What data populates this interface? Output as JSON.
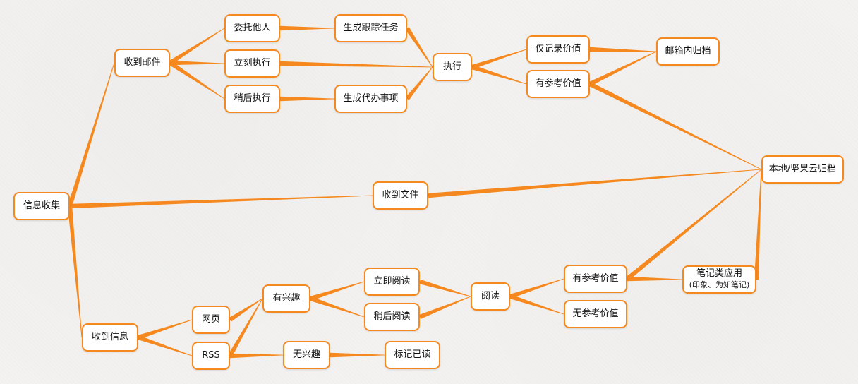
{
  "colors": {
    "accent": "#f5891f",
    "background": "#f3f2f0",
    "node_fill": "#ffffff",
    "text": "#111111"
  },
  "nodes": {
    "root": "信息收集",
    "email": "收到邮件",
    "file": "收到文件",
    "info": "收到信息",
    "delegate": "委托他人",
    "now": "立刻执行",
    "later": "稍后执行",
    "track": "生成跟踪任务",
    "todo": "生成代办事项",
    "exec": "执行",
    "recordonly": "仅记录价值",
    "refval1": "有参考价值",
    "mailarchive": "邮箱内归档",
    "localarchive": "本地/坚果云归档",
    "web": "网页",
    "rss": "RSS",
    "interest": "有兴趣",
    "nointerest": "无兴趣",
    "markread": "标记已读",
    "readnow": "立即阅读",
    "readlater": "稍后阅读",
    "read": "阅读",
    "refval2": "有参考价值",
    "norefval": "无参考价值",
    "noteapp": "笔记类应用",
    "noteapp_sub": "(印象、为知笔记)"
  },
  "edges": [
    [
      "root",
      "email"
    ],
    [
      "root",
      "file"
    ],
    [
      "root",
      "info"
    ],
    [
      "email",
      "delegate"
    ],
    [
      "email",
      "now"
    ],
    [
      "email",
      "later"
    ],
    [
      "delegate",
      "track"
    ],
    [
      "later",
      "todo"
    ],
    [
      "track",
      "exec"
    ],
    [
      "now",
      "exec"
    ],
    [
      "todo",
      "exec"
    ],
    [
      "exec",
      "recordonly"
    ],
    [
      "exec",
      "refval1"
    ],
    [
      "recordonly",
      "mailarchive"
    ],
    [
      "refval1",
      "mailarchive"
    ],
    [
      "refval1",
      "localarchive"
    ],
    [
      "file",
      "localarchive"
    ],
    [
      "info",
      "web"
    ],
    [
      "info",
      "rss"
    ],
    [
      "web",
      "interest"
    ],
    [
      "rss",
      "interest"
    ],
    [
      "rss",
      "nointerest"
    ],
    [
      "nointerest",
      "markread"
    ],
    [
      "interest",
      "readnow"
    ],
    [
      "interest",
      "readlater"
    ],
    [
      "readnow",
      "read"
    ],
    [
      "readlater",
      "read"
    ],
    [
      "read",
      "refval2"
    ],
    [
      "read",
      "norefval"
    ],
    [
      "refval2",
      "noteapp"
    ],
    [
      "refval2",
      "localarchive"
    ],
    [
      "noteapp",
      "localarchive"
    ]
  ]
}
